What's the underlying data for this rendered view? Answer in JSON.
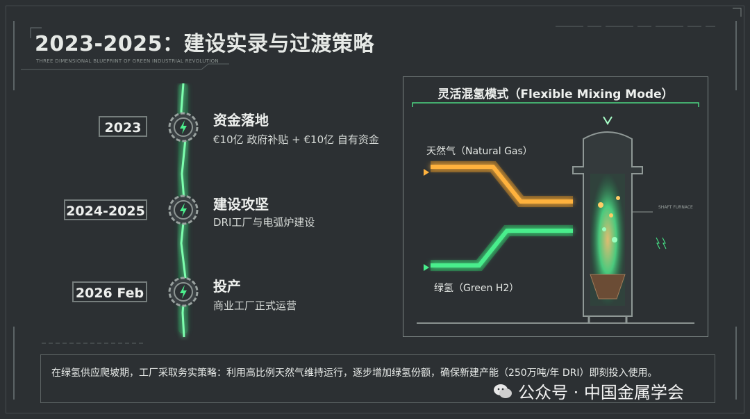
{
  "header": {
    "title": "2023-2025：建设实录与过渡策略",
    "subtitle": "THREE DIMENSIONAL BLUEPRINT OF GREEN INDUSTRIAL REVOLUTION"
  },
  "timeline": [
    {
      "year": "2023",
      "title": "资金落地",
      "desc": "€10亿 政府补贴 + €10亿 自有资金",
      "icon": "lightning-gear-icon"
    },
    {
      "year": "2024-2025",
      "title": "建设攻坚",
      "desc": "DRI工厂与电弧炉建设",
      "icon": "lightning-gear-icon"
    },
    {
      "year": "2026 Feb",
      "title": "投产",
      "desc": "商业工厂正式运营",
      "icon": "lightning-gear-icon"
    }
  ],
  "panel": {
    "title": "灵活混氢模式（Flexible Mixing Mode）",
    "natural_gas_label": "天然气（Natural Gas）",
    "green_h2_label": "绿氢（Green H2）",
    "furnace_label": "SHAFT FURNACE"
  },
  "footer": {
    "text": "在绿氢供应爬坡期，工厂采取务实策略：利用高比例天然气维持运行，逐步增加绿氢份额，确保新建产能（250万吨/年 DRI）即刻投入使用。"
  },
  "watermark": {
    "text": "公众号 · 中国金属学会",
    "icon": "wechat-icon"
  },
  "colors": {
    "background": "#2c3033",
    "green_glow": "#3ff08a",
    "orange_glow": "#ffb23e",
    "frame": "#7a8382"
  }
}
